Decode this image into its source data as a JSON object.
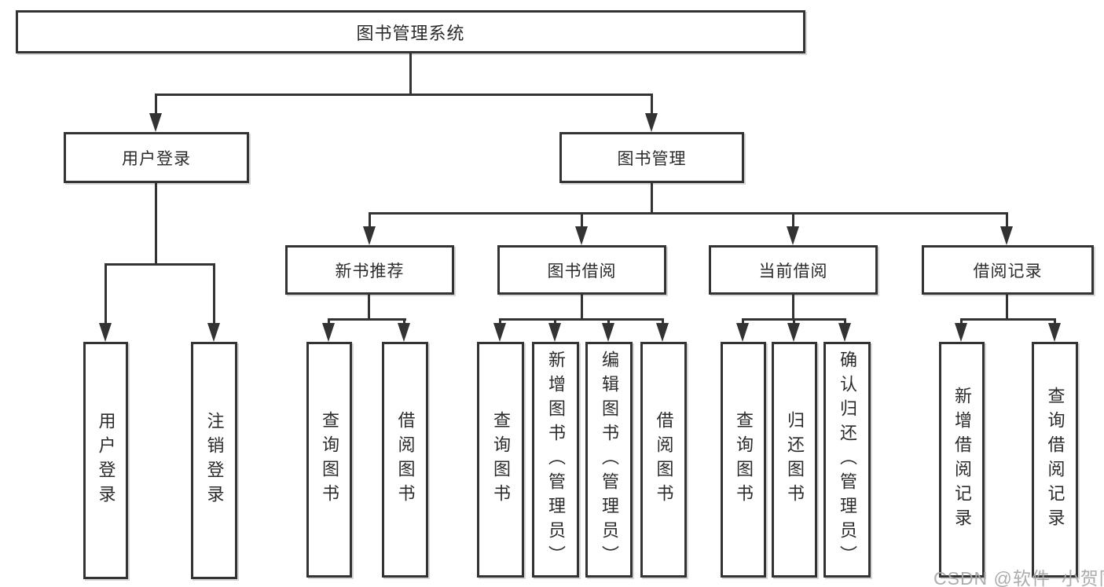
{
  "diagram": {
    "title": "图书管理系统",
    "type": "hierarchy-chart",
    "colors": {
      "line": "#333333",
      "box_border": "#333333",
      "box_fill": "#ffffff",
      "text": "#2b2b2b",
      "watermark": "#a8a8a8",
      "background": "#ffffff"
    },
    "tree": {
      "root": {
        "label": "图书管理系统"
      },
      "branches": [
        {
          "label": "用户登录",
          "children": [
            {
              "label": "用户登录"
            },
            {
              "label": "注销登录"
            }
          ]
        },
        {
          "label": "图书管理",
          "children": [
            {
              "label": "新书推荐",
              "children": [
                {
                  "label": "查询图书"
                },
                {
                  "label": "借阅图书"
                }
              ]
            },
            {
              "label": "图书借阅",
              "children": [
                {
                  "label": "查询图书"
                },
                {
                  "label": "新增图书（管理员）"
                },
                {
                  "label": "编辑图书（管理员）"
                },
                {
                  "label": "借阅图书"
                }
              ]
            },
            {
              "label": "当前借阅",
              "children": [
                {
                  "label": "查询图书"
                },
                {
                  "label": "归还图书"
                },
                {
                  "label": "确认归还（管理员）"
                }
              ]
            },
            {
              "label": "借阅记录",
              "children": [
                {
                  "label": "新增借阅记录"
                },
                {
                  "label": "查询借阅记录"
                }
              ]
            }
          ]
        }
      ]
    },
    "watermark": "CSDN @软件_小贺同学"
  }
}
